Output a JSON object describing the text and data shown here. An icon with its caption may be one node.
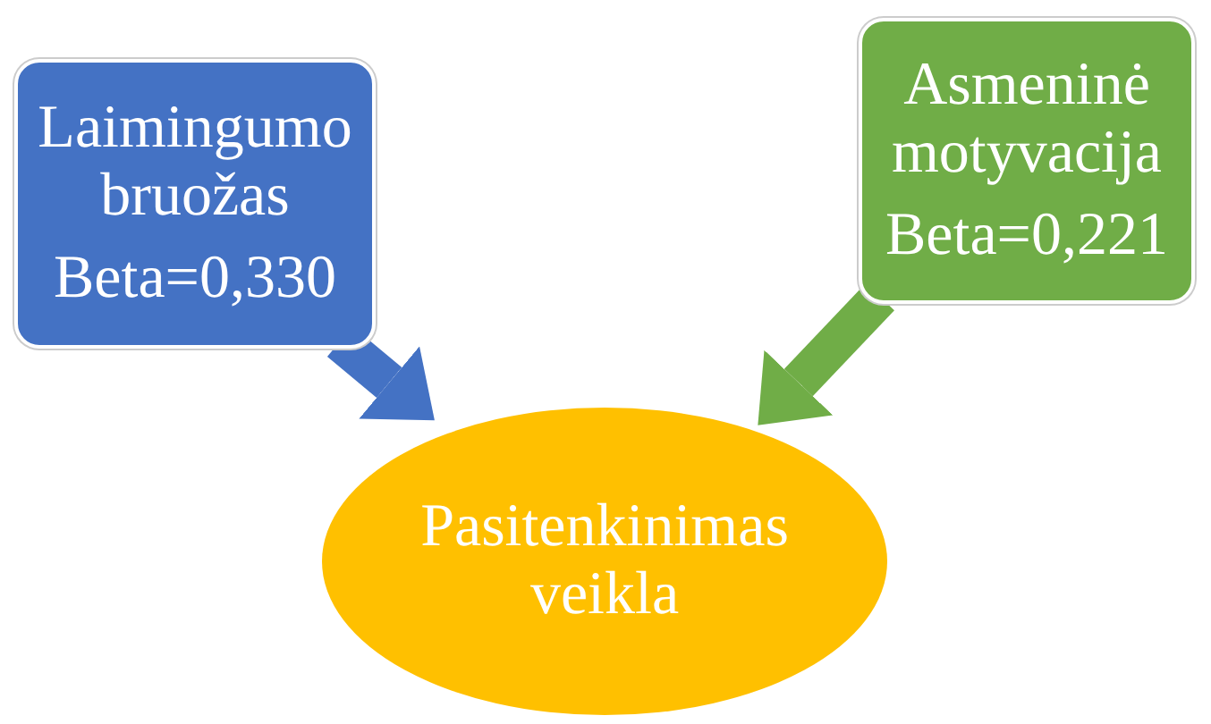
{
  "diagram": {
    "nodes": [
      {
        "text": [
          "Laimingumo bruožas",
          "Beta=0,330"
        ]
      },
      {
        "text": [
          "Asmeninė motyvacija",
          "Beta=0,221"
        ]
      },
      {
        "text": [
          "Pasitenkinimas veikla"
        ]
      }
    ],
    "edges": [
      {
        "from": 0,
        "to": 2,
        "arrow": "to",
        "color": "#4472c4"
      },
      {
        "from": 1,
        "to": 2,
        "arrow": "to",
        "color": "#70ad47"
      }
    ]
  }
}
